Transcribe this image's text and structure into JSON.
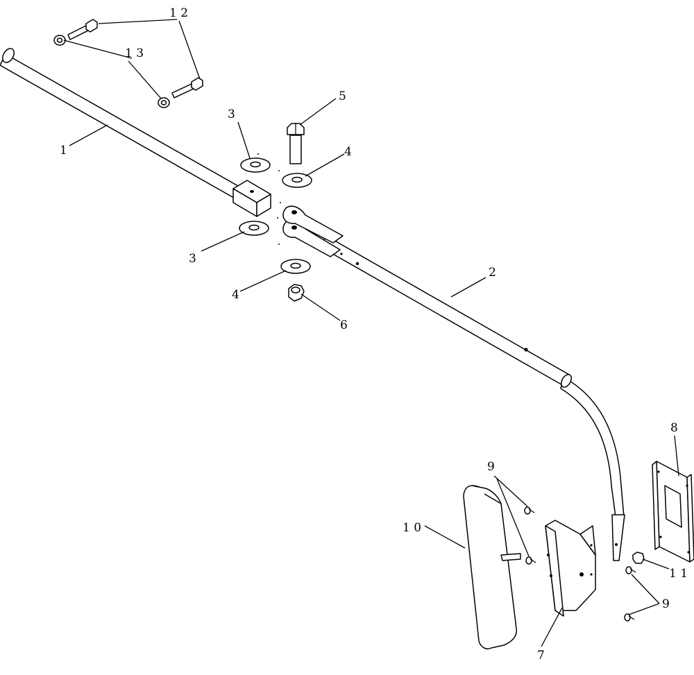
{
  "callouts": [
    {
      "id": "c1",
      "text": "1"
    },
    {
      "id": "c2",
      "text": "2"
    },
    {
      "id": "c3a",
      "text": "3"
    },
    {
      "id": "c3b",
      "text": "3"
    },
    {
      "id": "c4a",
      "text": "4"
    },
    {
      "id": "c4b",
      "text": "4"
    },
    {
      "id": "c5",
      "text": "5"
    },
    {
      "id": "c6",
      "text": "6"
    },
    {
      "id": "c7",
      "text": "7"
    },
    {
      "id": "c8",
      "text": "8"
    },
    {
      "id": "c9a",
      "text": "9"
    },
    {
      "id": "c9b",
      "text": "9"
    },
    {
      "id": "c10",
      "text": "1 0"
    },
    {
      "id": "c11",
      "text": "1 1"
    },
    {
      "id": "c12",
      "text": "1 2"
    },
    {
      "id": "c13",
      "text": "1 3"
    }
  ]
}
